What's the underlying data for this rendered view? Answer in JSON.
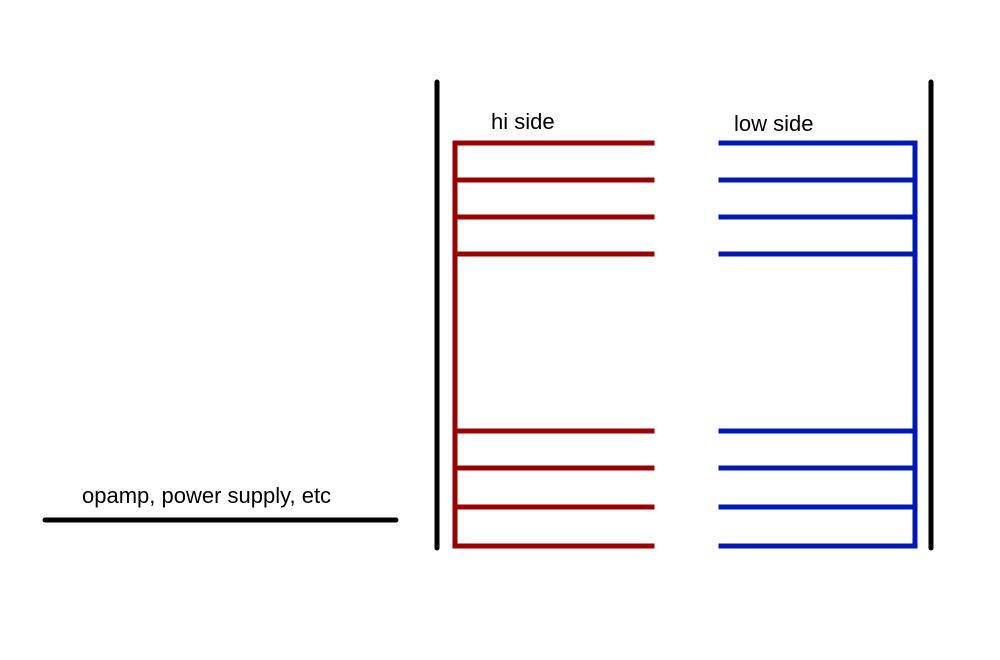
{
  "labels": {
    "hi_side": "hi side",
    "low_side": "low side",
    "external": "opamp, power supply, etc"
  },
  "colors": {
    "hi_side": "#990000",
    "low_side": "#0019b3",
    "boundary": "#000000"
  },
  "hi_side": {
    "finger_count": 8
  },
  "low_side": {
    "finger_count": 8
  }
}
